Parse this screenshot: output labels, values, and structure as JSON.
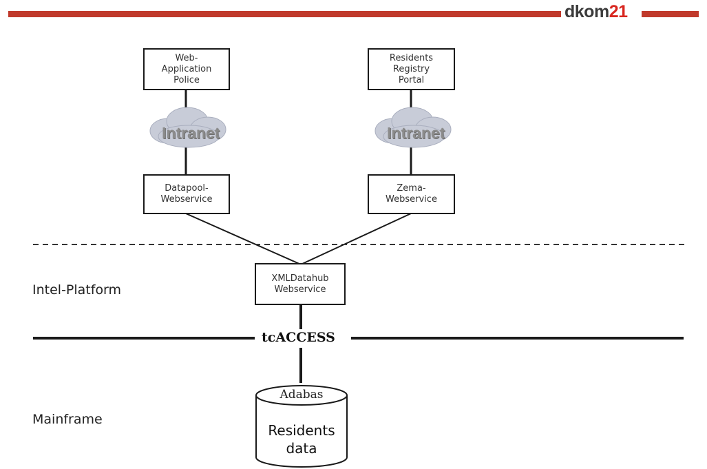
{
  "logo": {
    "prefix": "d",
    "word": "kom",
    "number": "21"
  },
  "nodes": {
    "webapp": "Web-\nApplication\nPolice",
    "registry": "Residents\nRegistry\nPortal",
    "datapool": "Datapool-\nWebservice",
    "zema": "Zema-\nWebservice",
    "xmldatahub": "XMLDatahub\nWebservice"
  },
  "clouds": {
    "left": "Intranet",
    "right": "Intranet"
  },
  "layers": {
    "intel": "Intel-Platform",
    "mainframe": "Mainframe"
  },
  "connector": "tcACCESS",
  "database": {
    "product": "Adabas",
    "label": "Residents\ndata"
  },
  "colors": {
    "header_red": "#c0392b",
    "logo_red": "#d8261f",
    "line": "#1a1a1a",
    "cloud": "#c8ccd8"
  }
}
